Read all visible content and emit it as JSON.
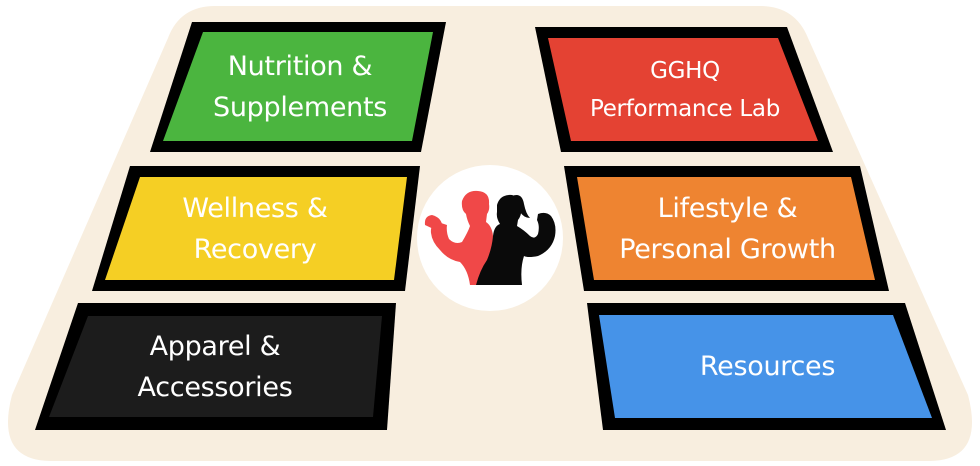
{
  "background": {
    "color": "#f8eedf"
  },
  "center_logo": {
    "icon": "fitness-couple-flexing-icon",
    "circle_color": "#ffffff",
    "male_color": "#f04848",
    "female_color": "#0a0a0a"
  },
  "tiles": [
    {
      "id": "nutrition",
      "label": "Nutrition &\nSupplements",
      "fill": "#4bb53f",
      "border": "#000000"
    },
    {
      "id": "performance-lab",
      "label": "GGHQ\nPerformance Lab",
      "fill": "#e44233",
      "border": "#000000"
    },
    {
      "id": "wellness",
      "label": "Wellness &\nRecovery",
      "fill": "#f5cf24",
      "border": "#000000"
    },
    {
      "id": "lifestyle",
      "label": "Lifestyle &\nPersonal Growth",
      "fill": "#ee8431",
      "border": "#000000"
    },
    {
      "id": "apparel",
      "label": "Apparel &\nAccessories",
      "fill": "#1c1c1c",
      "border": "#000000"
    },
    {
      "id": "resources",
      "label": "Resources",
      "fill": "#4693e8",
      "border": "#000000"
    }
  ]
}
